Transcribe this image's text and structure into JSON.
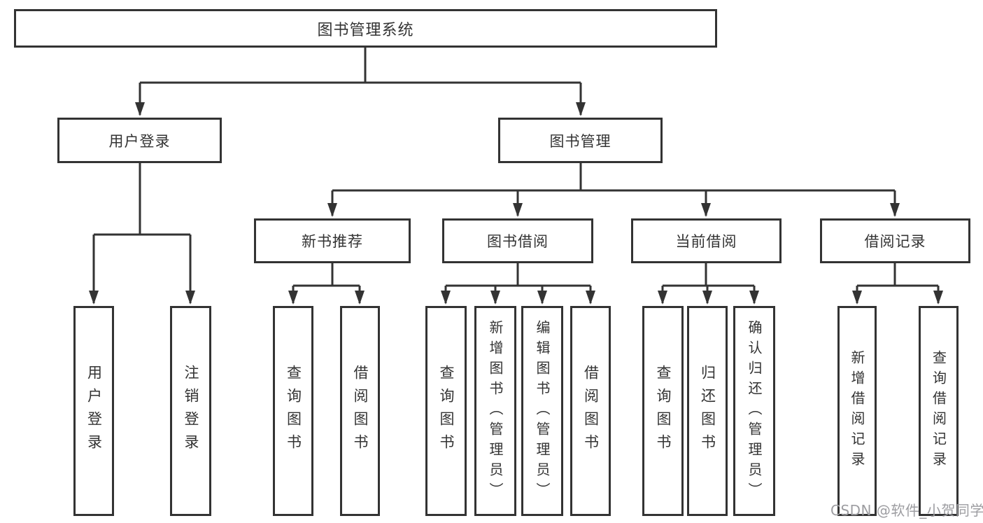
{
  "diagram_type": "hierarchy-tree",
  "colors": {
    "line": "#333333",
    "box_border": "#333333",
    "box_background": "#ffffff",
    "text": "#333333",
    "watermark": "#9d9da1",
    "page_background": "#ffffff"
  },
  "tree": {
    "label": "图书管理系统",
    "children": [
      {
        "label": "用户登录",
        "children": [
          {
            "label": "用户登录"
          },
          {
            "label": "注销登录"
          }
        ]
      },
      {
        "label": "图书管理",
        "children": [
          {
            "label": "新书推荐",
            "children": [
              {
                "label": "查询图书"
              },
              {
                "label": "借阅图书"
              }
            ]
          },
          {
            "label": "图书借阅",
            "children": [
              {
                "label": "查询图书"
              },
              {
                "label": "新增图书（管理员）"
              },
              {
                "label": "编辑图书（管理员）"
              },
              {
                "label": "借阅图书"
              }
            ]
          },
          {
            "label": "当前借阅",
            "children": [
              {
                "label": "查询图书"
              },
              {
                "label": "归还图书"
              },
              {
                "label": "确认归还（管理员）"
              }
            ]
          },
          {
            "label": "借阅记录",
            "children": [
              {
                "label": "新增借阅记录"
              },
              {
                "label": "查询借阅记录"
              }
            ]
          }
        ]
      }
    ]
  },
  "watermark": {
    "text": "CSDN @软件_小贺同学"
  }
}
